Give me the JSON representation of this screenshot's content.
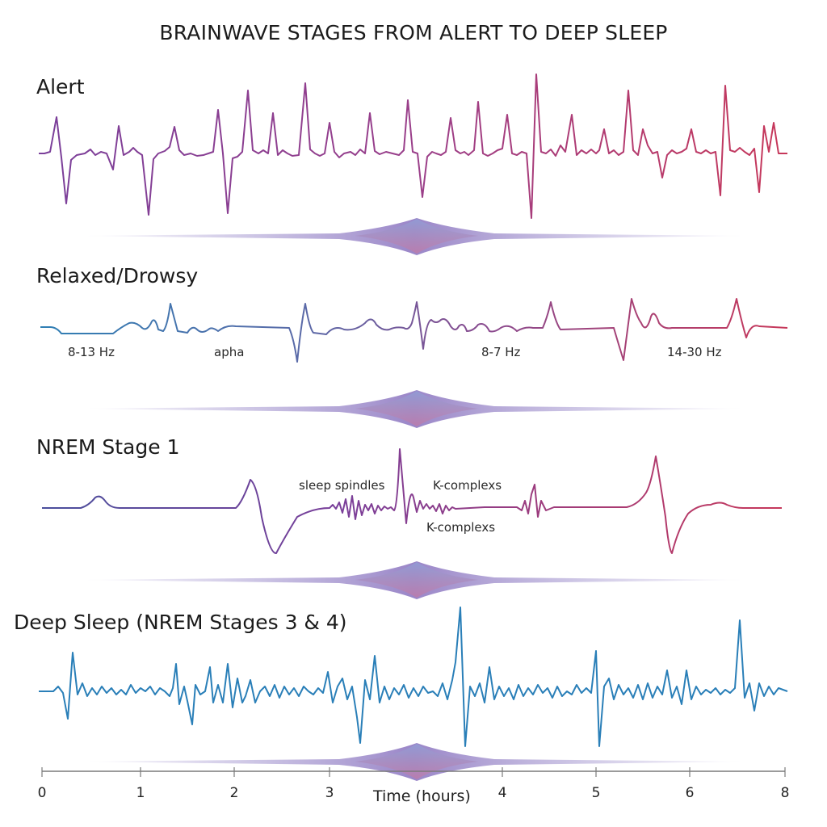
{
  "title": "BRAINWAVE STAGES FROM ALERT TO DEEP SLEEP",
  "stages": [
    {
      "label": "Alert",
      "notes": []
    },
    {
      "label": "Relaxed/Drowsy",
      "notes": [
        "8-13 Hz",
        "apha",
        "8-7 Hz",
        "14-30 Hz"
      ]
    },
    {
      "label": "NREM Stage 1",
      "notes": [
        "sleep spindles",
        "K-complexs",
        "K-complexs"
      ]
    },
    {
      "label": "Deep Sleep (NREM Stages 3 & 4)",
      "notes": []
    }
  ],
  "axis": {
    "title": "Time (hours)",
    "ticks": [
      "0",
      "1",
      "2",
      "3",
      "4",
      "5",
      "6",
      "8"
    ]
  },
  "colors": {
    "purple": "#7a3f9a",
    "crimson": "#c7385a",
    "blue": "#2f7fb4",
    "teal_blue": "#2a7fb8",
    "divider": "#a79ad1"
  }
}
